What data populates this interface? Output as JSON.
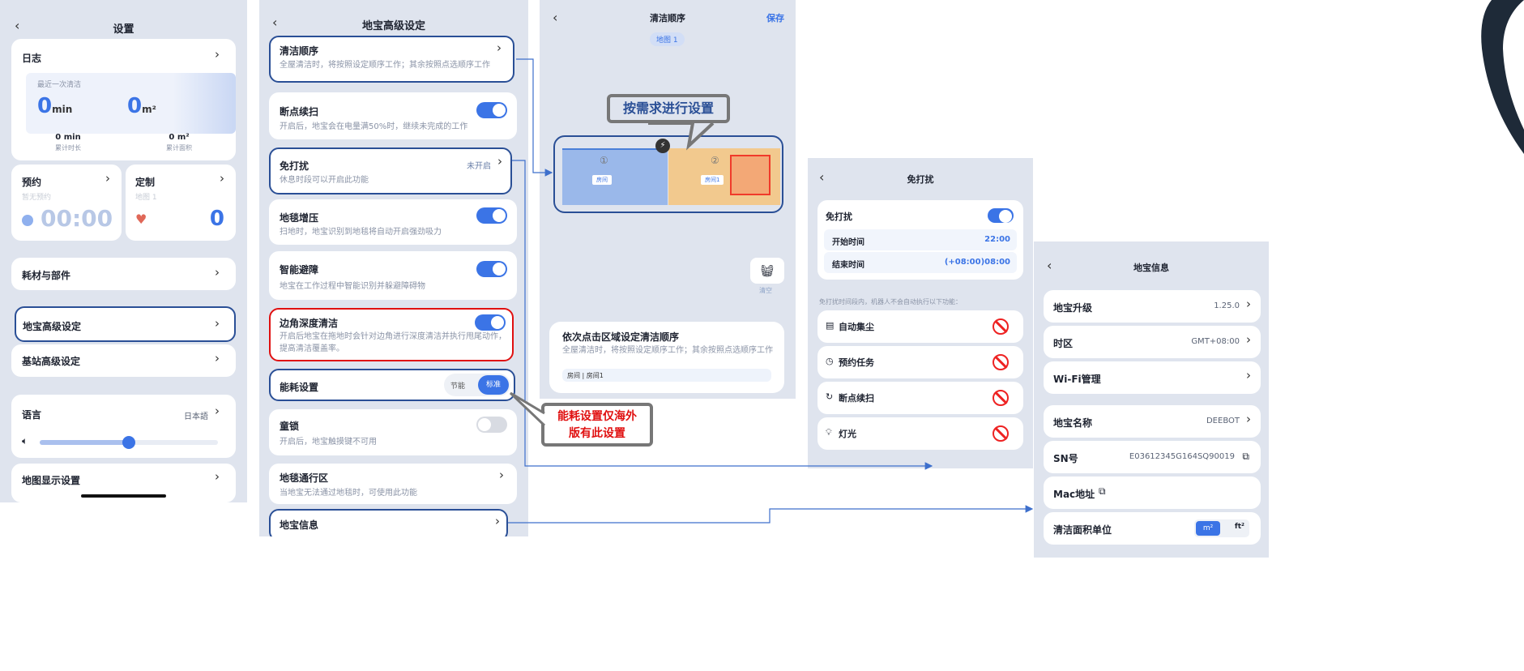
{
  "settings": {
    "title": "设置",
    "log": "日志",
    "last_clean": "最近一次清洁",
    "last_min": "0",
    "min_unit": "min",
    "last_area": "0",
    "area_unit": "m²",
    "total_min": "0 min",
    "total_min_label": "累计时长",
    "total_area": "0 m²",
    "total_area_label": "累计面积",
    "schedule": "预约",
    "schedule_sub": "暂无预约",
    "schedule_time": "00:00",
    "custom": "定制",
    "custom_sub": "地图 1",
    "custom_count": "0",
    "consumables": "耗材与部件",
    "robot_adv": "地宝高级设定",
    "station_adv": "基站高级设定",
    "language": "语言",
    "language_val": "日本語",
    "volume": 0.5,
    "map_display": "地图显示设置"
  },
  "advanced": {
    "title": "地宝高级设定",
    "rows": [
      {
        "title": "清洁顺序",
        "sub": "全屋清洁时，将按照设定顺序工作；其余按照点选顺序工作"
      },
      {
        "title": "断点续扫",
        "sub": "开启后，地宝会在电量满50%时，继续未完成的工作"
      },
      {
        "title": "免打扰",
        "sub": "休息时段可以开启此功能",
        "value": "未开启"
      },
      {
        "title": "地毯增压",
        "sub": "扫地时，地宝识别到地毯将自动开启强劲吸力"
      },
      {
        "title": "智能避障",
        "sub": "地宝在工作过程中智能识别并躲避障碍物"
      },
      {
        "title": "边角深度清洁",
        "sub": "开启后地宝在拖地时会针对边角进行深度清洁并执行甩尾动作，提高清洁覆盖率。"
      },
      {
        "title": "能耗设置",
        "opt1": "节能",
        "opt2": "标准"
      },
      {
        "title": "童锁",
        "sub": "开启后，地宝触摸键不可用"
      },
      {
        "title": "地毯通行区",
        "sub": "当地宝无法通过地毯时，可使用此功能"
      },
      {
        "title": "地宝信息"
      }
    ]
  },
  "order": {
    "title": "清洁顺序",
    "save": "保存",
    "map_tag": "地图 1",
    "callout": "按需求进行设置",
    "room1_num": "①",
    "room1": "房间",
    "room2_num": "②",
    "room2": "房间1",
    "clear": "清空",
    "card_title": "依次点击区域设定清洁顺序",
    "card_sub": "全屋清洁时，将按照设定顺序工作；其余按照点选顺序工作",
    "card_rooms": "房间 | 房间1"
  },
  "note": {
    "text": "能耗设置仅海外版有此设置",
    "color": "#e01010"
  },
  "dnd": {
    "title": "免打扰",
    "toggle_label": "免打扰",
    "start_label": "开始时间",
    "start": "22:00",
    "end_label": "结束时间",
    "end": "(+08:00)08:00",
    "hint": "免打扰时间段内，机器人不会自动执行以下功能：",
    "items": [
      "自动集尘",
      "预约任务",
      "断点续扫",
      "灯光"
    ]
  },
  "info": {
    "title": "地宝信息",
    "upgrade": "地宝升级",
    "upgrade_val": "1.25.0",
    "tz": "时区",
    "tz_val": "GMT+08:00",
    "wifi": "Wi-Fi管理",
    "name": "地宝名称",
    "name_val": "DEEBOT",
    "sn": "SN号",
    "sn_val": "E03612345G164SQ90019",
    "mac": "Mac地址",
    "unit": "清洁面积单位",
    "unit1": "m²",
    "unit2": "ft²"
  },
  "colors": {
    "accent": "#3b74e6",
    "outline": "#2a4f96",
    "panel_bg": "#dfe4ee"
  }
}
